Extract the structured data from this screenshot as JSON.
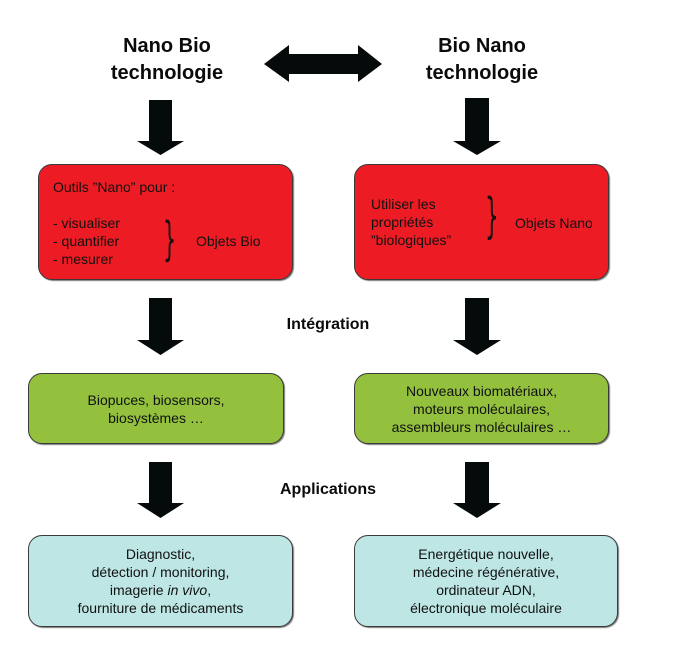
{
  "colors": {
    "arrow": "#050a0a",
    "tools_box": "#ED1C24",
    "integration_box": "#93C13D",
    "applications_box": "#BDE6E5"
  },
  "headers": {
    "left": {
      "line1": "Nano Bio",
      "line2": "technologie"
    },
    "right": {
      "line1": "Bio Nano",
      "line2": "technologie"
    }
  },
  "connector": {
    "icon": "double-arrow-icon"
  },
  "stage_labels": {
    "integration": "Intégration",
    "applications": "Applications"
  },
  "tools": {
    "left": {
      "heading": "Outils ”Nano” pour :",
      "items": [
        "- visualiser",
        "- quantifier",
        "- mesurer"
      ],
      "brace": "}",
      "target": "Objets Bio"
    },
    "right": {
      "lines": [
        "Utiliser les",
        "propriétés",
        "”biologiques”"
      ],
      "brace": "}",
      "target": "Objets Nano"
    }
  },
  "integration": {
    "left": {
      "lines": [
        "Biopuces, biosensors,",
        "biosystèmes …"
      ]
    },
    "right": {
      "lines": [
        "Nouveaux biomatériaux,",
        "moteurs moléculaires,",
        "assembleurs moléculaires …"
      ]
    }
  },
  "applications": {
    "left": {
      "line1": "Diagnostic,",
      "line2": "détection / monitoring,",
      "line3_prefix": "imagerie ",
      "line3_italic": "in vivo",
      "line3_suffix": ",",
      "line4": "fourniture de médicaments"
    },
    "right": {
      "lines": [
        "Energétique nouvelle,",
        "médecine régénérative,",
        "ordinateur ADN,",
        "électronique moléculaire"
      ]
    }
  }
}
